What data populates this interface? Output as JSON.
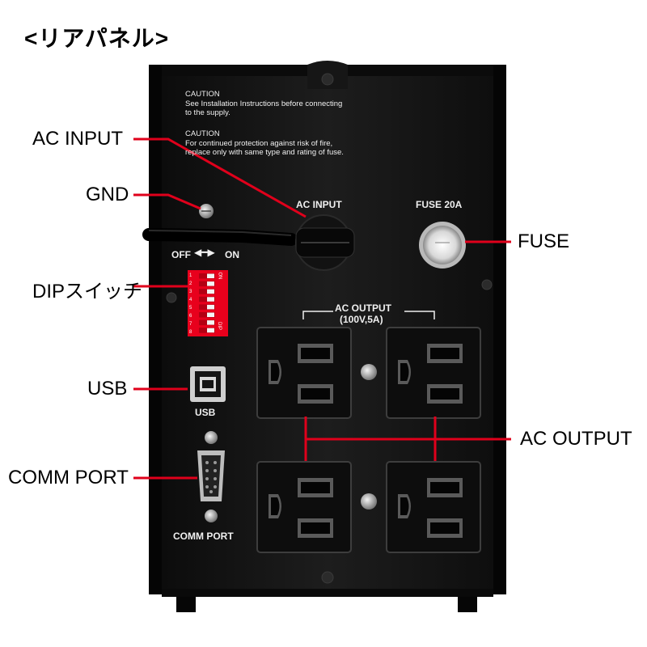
{
  "title": "<リアパネル>",
  "panel": {
    "caution_1_heading": "CAUTION",
    "caution_1_line1": "See Installation Instructions before connecting",
    "caution_1_line2": "to the supply.",
    "caution_2_heading": "CAUTION",
    "caution_2_line1": "For continued protection against risk of fire,",
    "caution_2_line2": "replace only with  same type and rating of fuse.",
    "ac_input_label": "AC INPUT",
    "fuse_label": "FUSE 20A",
    "off_label": "OFF",
    "on_label": "ON",
    "ac_output_label_1": "AC OUTPUT",
    "ac_output_label_2": "(100V,5A)",
    "usb_label": "USB",
    "comm_port_label": "COMM PORT",
    "dip_numbers": [
      "1",
      "2",
      "3",
      "4",
      "5",
      "6",
      "7",
      "8"
    ],
    "dip_on": "ON",
    "dip_dip": "DIP"
  },
  "callouts": {
    "ac_input": "AC INPUT",
    "gnd": "GND",
    "dip_switch": "DIPスイッチ",
    "usb": "USB",
    "comm_port": "COMM PORT",
    "fuse": "FUSE",
    "ac_output": "AC OUTPUT"
  },
  "colors": {
    "leader": "#e0001b",
    "panel": "#1a1a1a",
    "dip_switch": "#e8001c"
  }
}
